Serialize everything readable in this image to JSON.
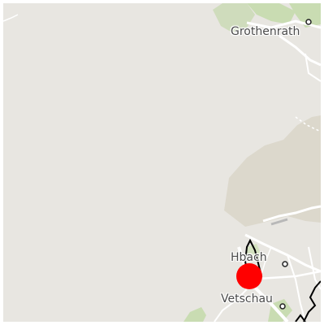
{
  "map": {
    "places": [
      {
        "name": "Grothenrath"
      },
      {
        "name": "Hbach"
      },
      {
        "name": "Vetschau"
      }
    ],
    "marker": {
      "color": "#ff0000"
    },
    "colors": {
      "background": "#e8e6e1",
      "field": "#dcd8cc",
      "forest": "#c9dcb2",
      "road": "#ffffff",
      "boundary": "#000000"
    }
  }
}
